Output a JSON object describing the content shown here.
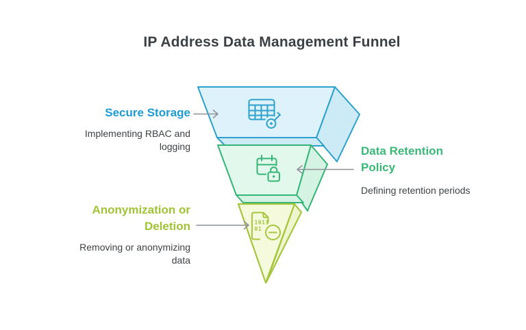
{
  "title": "IP Address Data Management Funnel",
  "colors": {
    "title-text": "#3b4045",
    "body-text": "#3e4245",
    "arrow": "#8e9296",
    "blue-stroke": "#2da0cb",
    "blue-fill": "#def2fb",
    "blue-side": "#cdeaf7",
    "blue-label": "#1d9bd5",
    "green-stroke": "#34b475",
    "green-fill": "#e3f8ed",
    "green-side": "#d4f3e2",
    "green-label": "#3bb878",
    "olive-stroke": "#a5c63e",
    "olive-fill": "#f5fadc",
    "olive-side": "#eff6cf",
    "olive-label": "#a0c435",
    "bg": "#ffffff"
  },
  "stages": [
    {
      "label": "Secure Storage",
      "description": "Implementing RBAC and logging",
      "icon": "table-key-icon"
    },
    {
      "label": "Data Retention Policy",
      "description": "Defining retention periods",
      "icon": "calendar-lock-icon"
    },
    {
      "label": "Anonymization or Deletion",
      "description": "Removing or anonymizing data",
      "icon": "binary-file-delete-icon",
      "icon_text_line1": "1011",
      "icon_text_line2": "01"
    }
  ]
}
